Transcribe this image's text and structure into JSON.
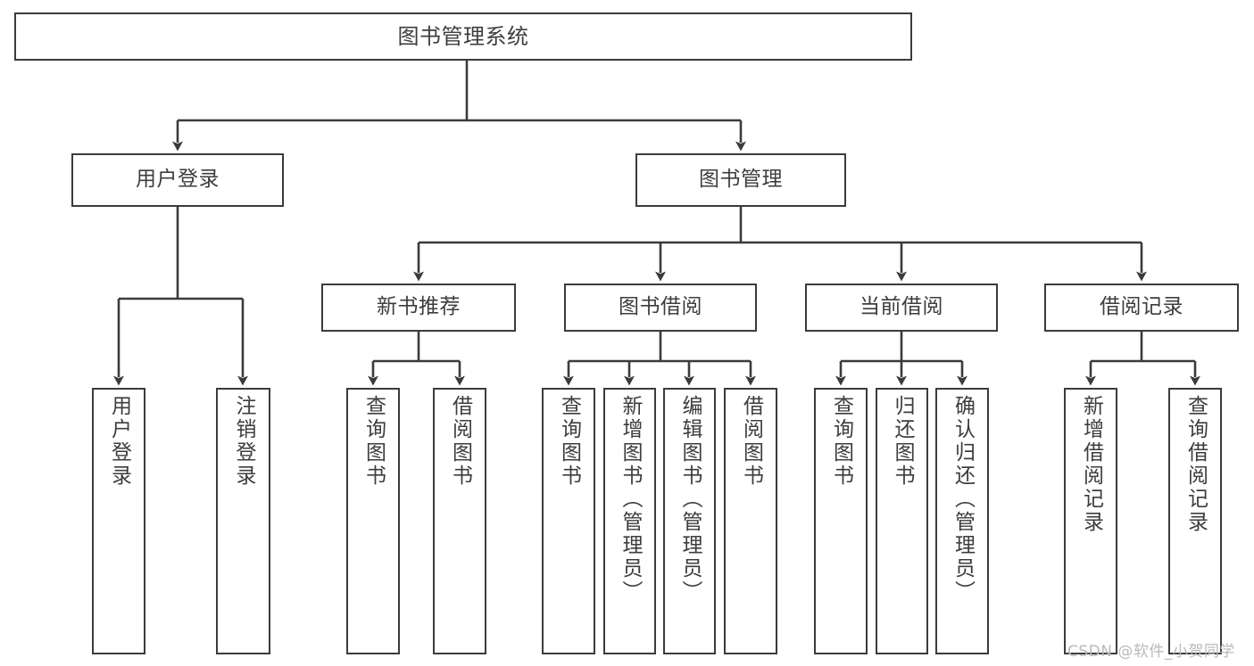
{
  "diagram": {
    "title": "图书管理系统",
    "type": "hierarchy-tree",
    "watermark": "CSDN @软件_小贺同学",
    "colors": {
      "stroke": "#3b3b3b",
      "fill": "#ffffff",
      "text": "#3d3d3d",
      "watermark": "#b9b9b9"
    },
    "nodes": {
      "root": {
        "label": "图书管理系统",
        "level": 1,
        "orientation": "horizontal"
      },
      "level2": [
        {
          "id": "user-login",
          "label": "用户登录",
          "orientation": "horizontal"
        },
        {
          "id": "book-management",
          "label": "图书管理",
          "orientation": "horizontal"
        }
      ],
      "level3": [
        {
          "id": "new-book-recommend",
          "label": "新书推荐",
          "orientation": "horizontal"
        },
        {
          "id": "book-borrow",
          "label": "图书借阅",
          "orientation": "horizontal"
        },
        {
          "id": "current-borrow",
          "label": "当前借阅",
          "orientation": "horizontal"
        },
        {
          "id": "borrow-record",
          "label": "借阅记录",
          "orientation": "horizontal"
        }
      ],
      "leaves": [
        {
          "id": "leaf-user-login",
          "label": "用户登录",
          "parent": "user-login",
          "orientation": "vertical"
        },
        {
          "id": "leaf-logout",
          "label": "注销登录",
          "parent": "user-login",
          "orientation": "vertical"
        },
        {
          "id": "leaf-query-book-1",
          "label": "查询图书",
          "parent": "new-book-recommend",
          "orientation": "vertical"
        },
        {
          "id": "leaf-borrow-book-1",
          "label": "借阅图书",
          "parent": "new-book-recommend",
          "orientation": "vertical"
        },
        {
          "id": "leaf-query-book-2",
          "label": "查询图书",
          "parent": "book-borrow",
          "orientation": "vertical"
        },
        {
          "id": "leaf-add-book",
          "label": "新增图书（管理员）",
          "parent": "book-borrow",
          "orientation": "vertical"
        },
        {
          "id": "leaf-edit-book",
          "label": "编辑图书（管理员）",
          "parent": "book-borrow",
          "orientation": "vertical"
        },
        {
          "id": "leaf-borrow-book-2",
          "label": "借阅图书",
          "parent": "book-borrow",
          "orientation": "vertical"
        },
        {
          "id": "leaf-query-book-3",
          "label": "查询图书",
          "parent": "current-borrow",
          "orientation": "vertical"
        },
        {
          "id": "leaf-return-book",
          "label": "归还图书",
          "parent": "current-borrow",
          "orientation": "vertical"
        },
        {
          "id": "leaf-confirm-return",
          "label": "确认归还（管理员）",
          "parent": "current-borrow",
          "orientation": "vertical"
        },
        {
          "id": "leaf-add-record",
          "label": "新增借阅记录",
          "parent": "borrow-record",
          "orientation": "vertical"
        },
        {
          "id": "leaf-query-record",
          "label": "查询借阅记录",
          "parent": "borrow-record",
          "orientation": "vertical"
        }
      ]
    }
  }
}
